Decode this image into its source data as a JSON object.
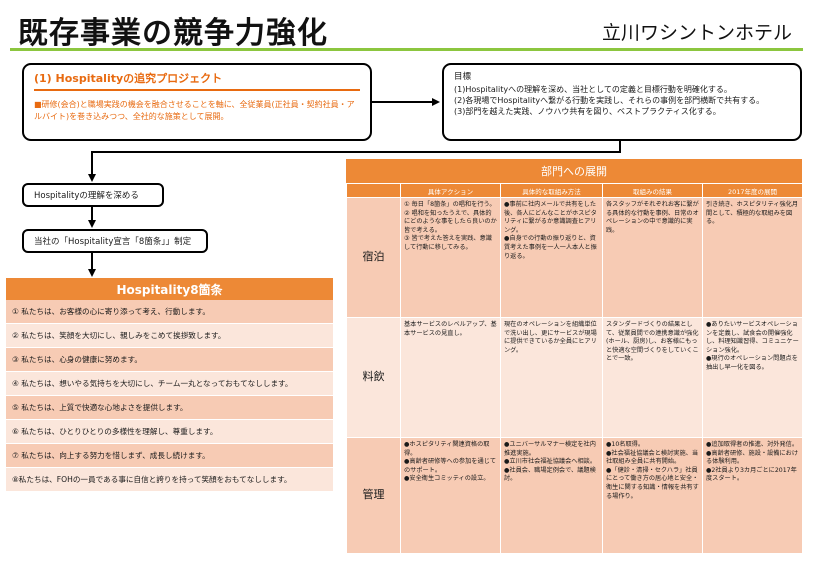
{
  "header": {
    "title": "既存事業の競争力強化",
    "company": "立川ワシントンホテル"
  },
  "project": {
    "title": "(1) Hospitalityの追究プロジェクト",
    "description": "■研修(会合)と職場実践の機会を融合させることを軸に、全従業員(正社員・契約社員・アルバイト)を巻き込みつつ、全社的な施策として展開。"
  },
  "goals": {
    "title": "目標",
    "lines": [
      "(1)Hospitalityへの理解を深め、当社としての定義と目標行動を明確化する。",
      "(2)各現場でHospitalityへ繋がる行動を実践し、それらの事例を部門横断で共有する。",
      "(3)部門を越えた実践、ノウハウ共有を図り、ベストプラクティス化する。"
    ]
  },
  "steps": {
    "step1": "Hospitalityの理解を深める",
    "step2": "当社の「Hospitality宣言「8箇条」」制定"
  },
  "hospitality8": {
    "title": "Hospitality8箇条",
    "items": [
      "① 私たちは、お客様の心に寄り添って考え、行動します。",
      "② 私たちは、笑顔を大切にし、親しみをこめて挨拶致します。",
      "③ 私たちは、心身の健康に努めます。",
      "④ 私たちは、想いやる気持ちを大切にし、チーム一丸となっておもてなしします。",
      "⑤ 私たちは、上質で快適な心地よさを提供します。",
      "⑥ 私たちは、ひとりひとりの多様性を理解し、尊重します。",
      "⑦ 私たちは、向上する努力を惜しまず、成長し続けます。",
      "⑧私たちは、FOHの一員である事に自信と誇りを持って笑顔をおもてなしします。"
    ]
  },
  "departments": {
    "title": "部門への展開",
    "columns": [
      "",
      "具体アクション",
      "具体的な取組み方法",
      "取組みの結果",
      "2017年度の展開"
    ],
    "rows": [
      {
        "name": "宿泊",
        "cells": [
          "① 毎日「8箇条」の唱和を行う。\n② 唱和を知ったうえで、具体的にどのような事をしたら良いのか皆で考える。\n③ 皆で考えた答えを実践、意識して行動に移してみる。",
          "●事前に社内メールで共有をした後、各人にどんなことがホスピタリティに繋がるか意識調査ヒアリング。\n●自身での行動の振り返りと、資質考えた事例を一人一人本人と振り返る。",
          "各スタッフがそれぞれお客に繋がる具体的な行動を事例、日常のオペレーションの中で意識的に実践。",
          "引き続き、ホスピタリティ強化月間として、積極的な取組みを図る。"
        ]
      },
      {
        "name": "料飲",
        "cells": [
          "基本サービスのレベルアップ、基本サービスの見直し。",
          "現在のオペレーションを組織単位で洗い出し、更にサービスが現場に提供できているか全員にヒアリング。",
          "スタンダードづくりの結果として、従業員間での連携意識が強化(ホール、厨房)し、お客様にもっと快適な空間づくりをしていくことで一致。",
          "●ありたいサービスオペレーションを定義し、試食会の開催強化し、料理知識習得、コミュニケーション強化。\n●現行のオペレーション問題点を抽出し早一化を図る。"
        ]
      },
      {
        "name": "管理",
        "cells": [
          "●ホスピタリティ関連資格の取得。\n●高齢者研修等への参加を通じてのサポート。\n●安全衛生コミッティの設立。",
          "●ユニバーサルマナー検定を社内推進実施。\n●立川市社会福祉協議会へ相談。\n●社員会、職場定例会で、議題検討。",
          "●10名取得。\n●社会福祉協議会と検討実施、当社取組み全員に共有開始。\n●「健診・清掃・セクハラ」社員にとって働き方の居心地と安全・衛生に関する知識・情報を共有する場作り。",
          "●追加取得者の推進、対外発信。\n●高齢者研修、施設・設備における体験利用。\n●2社員より3カ月ごとに2017年度スタート。"
        ]
      }
    ]
  },
  "colors": {
    "accent_orange": "#ed8936",
    "title_rule_green": "#8cc63f",
    "project_text_orange": "#e86a10"
  }
}
